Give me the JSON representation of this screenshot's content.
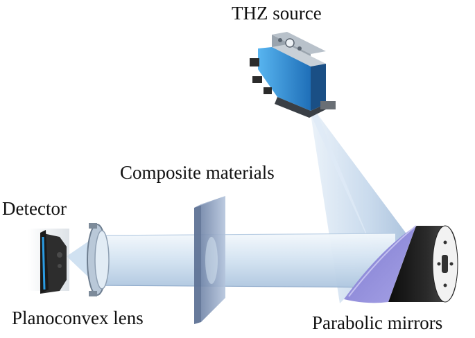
{
  "labels": {
    "thz_source": "THZ source",
    "composite_materials": "Composite materials",
    "detector": "Detector",
    "planoconvex_lens": "Planoconvex lens",
    "parabolic_mirrors": "Parabolic mirrors"
  },
  "colors": {
    "beam_light": "#e3eef8",
    "beam_mid": "#c2d6ea",
    "beam_dark": "#9fb9d6",
    "source_blue": "#2f8fd8",
    "mirror_body": "#1b1b1b",
    "mirror_face": "#8a86d6",
    "composite_plate": "#8ea3c4",
    "detector_body": "#2b2b2b"
  }
}
